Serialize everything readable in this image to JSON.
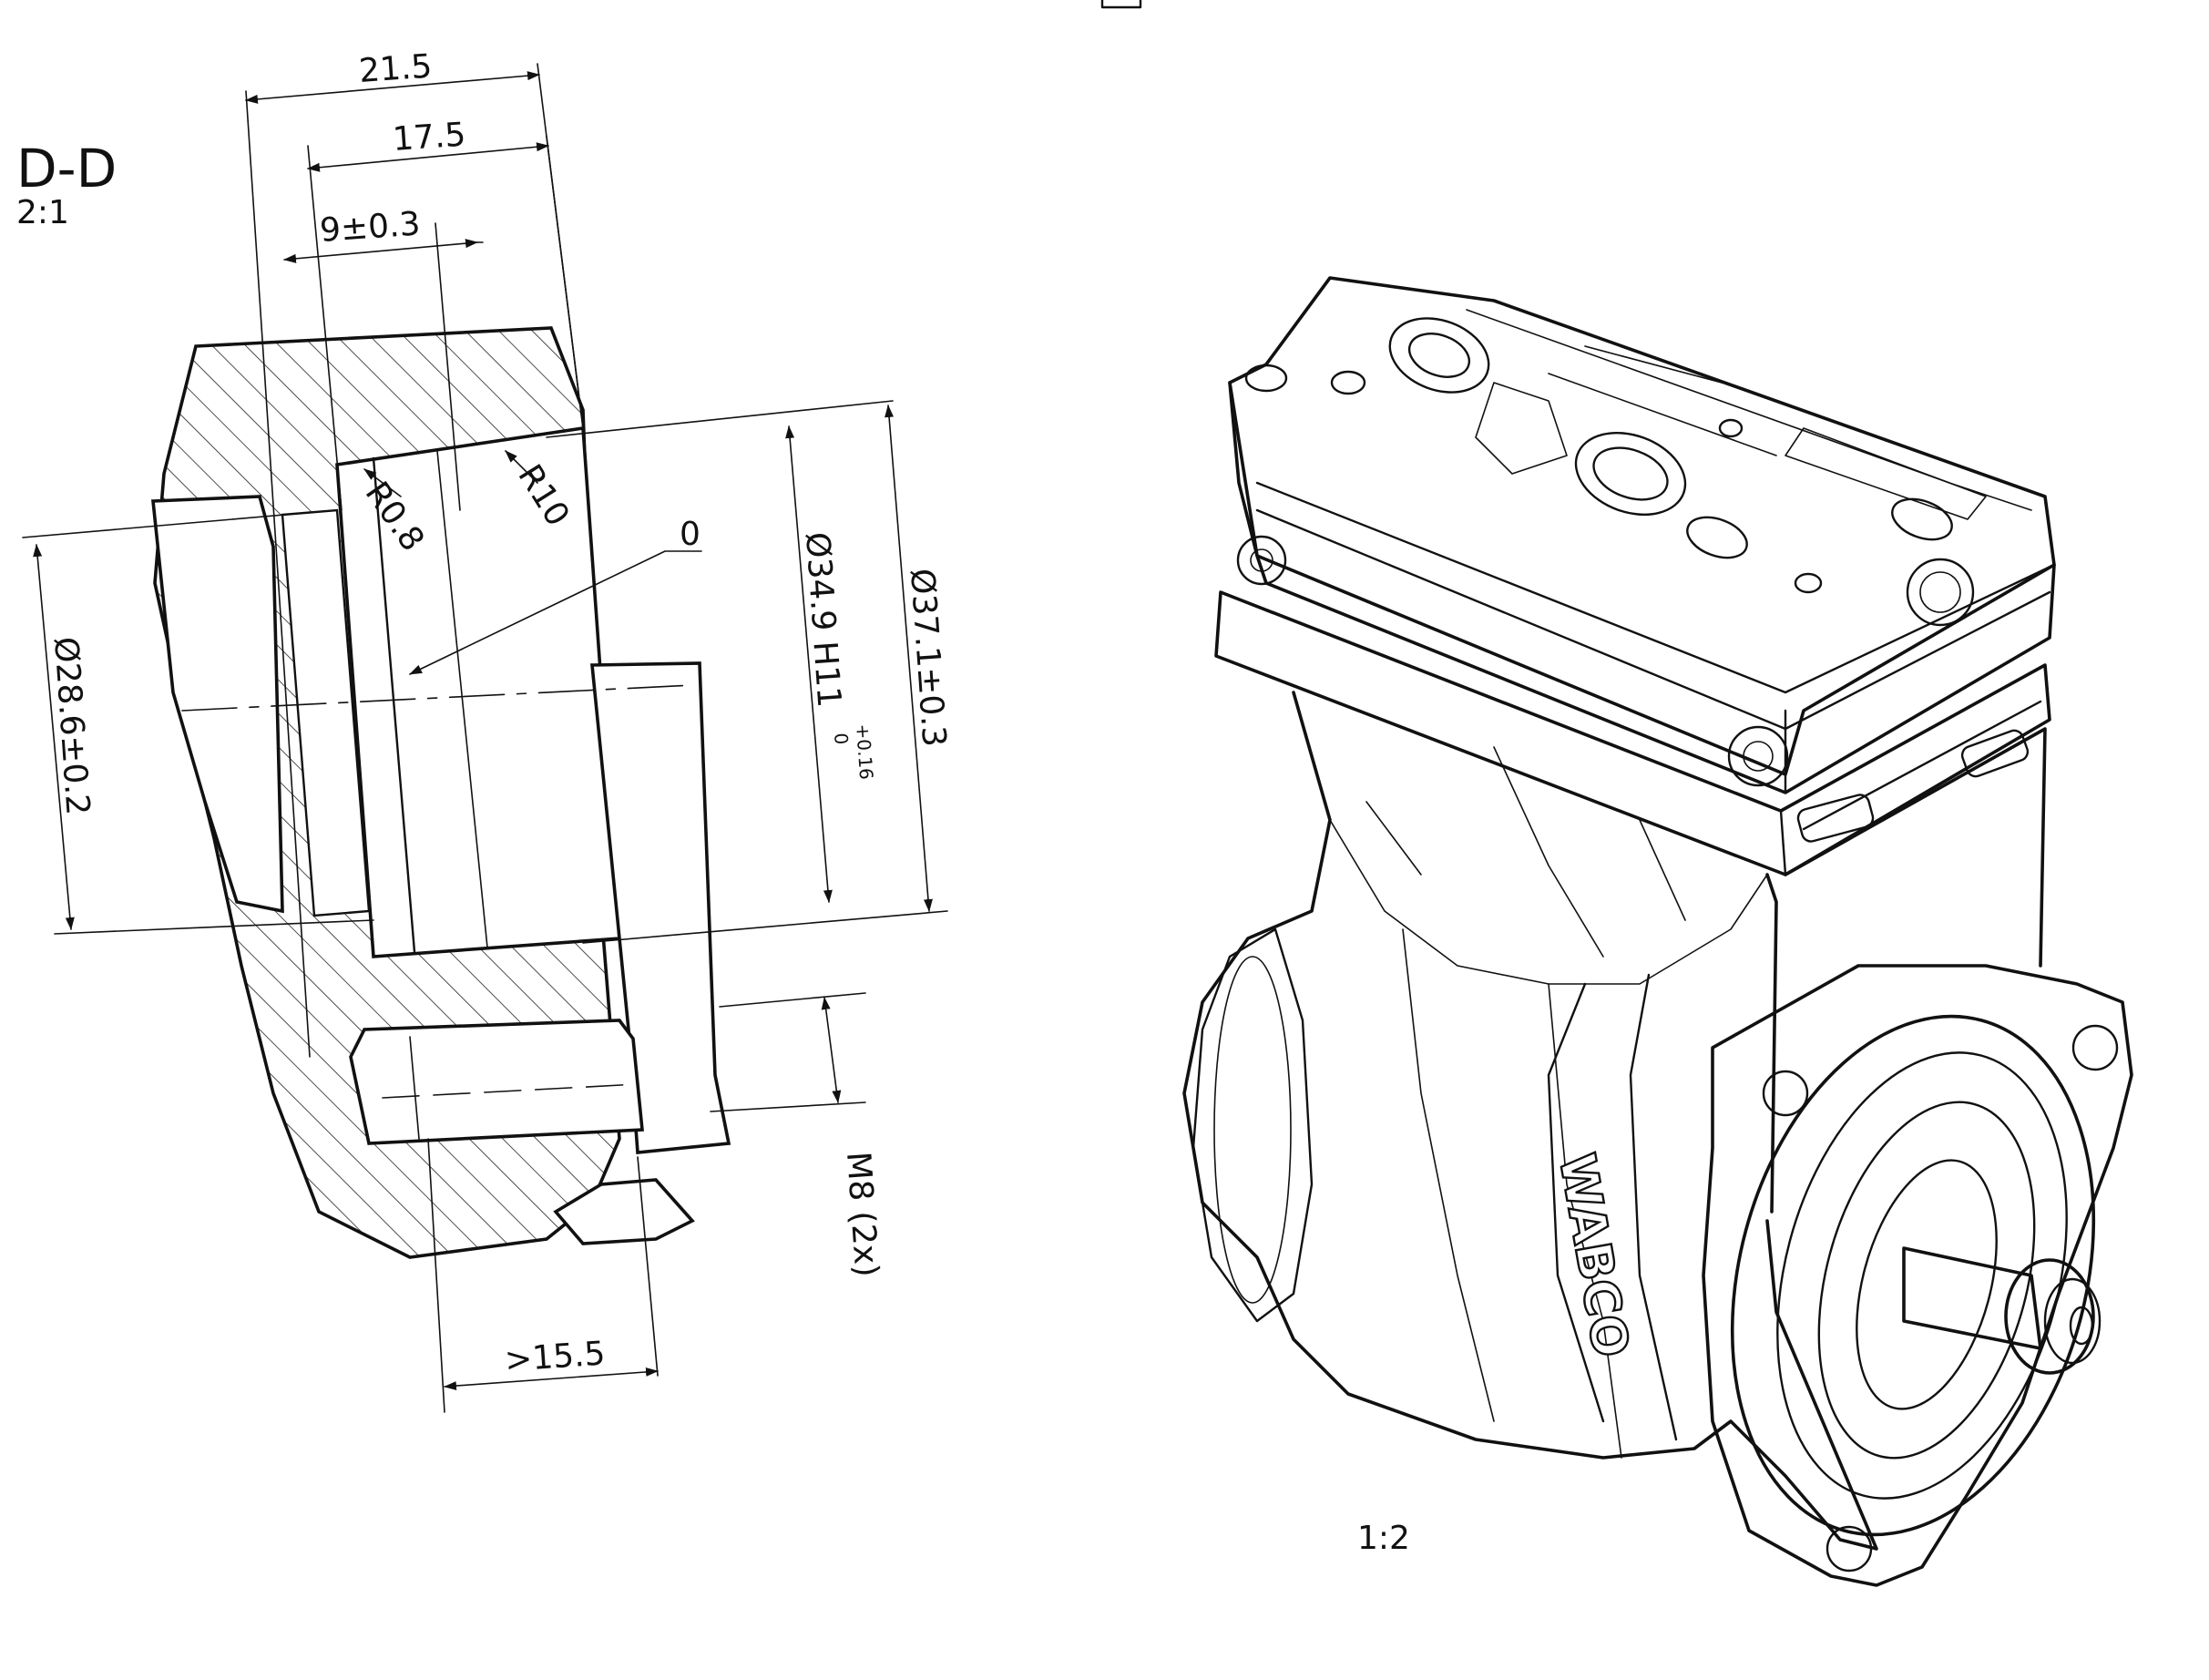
{
  "section": {
    "title": "D-D",
    "scale": "2:1"
  },
  "dimensions": {
    "d1": "21.5",
    "d2": "17.5",
    "d3": "9±0.3",
    "radius_small": "R0.8",
    "radius_large": "R10",
    "zero": "0",
    "dia_inner": "Ø28.6±0.2",
    "dia_bore": "Ø34.9 H11",
    "dia_bore_tol_upper": "+0.16",
    "dia_bore_tol_lower": "0",
    "dia_outer": "Ø37.1±0.3",
    "thread": "M8 (2x)",
    "depth": ">15.5"
  },
  "view3d": {
    "scale": "1:2",
    "brand": "WABCO"
  }
}
